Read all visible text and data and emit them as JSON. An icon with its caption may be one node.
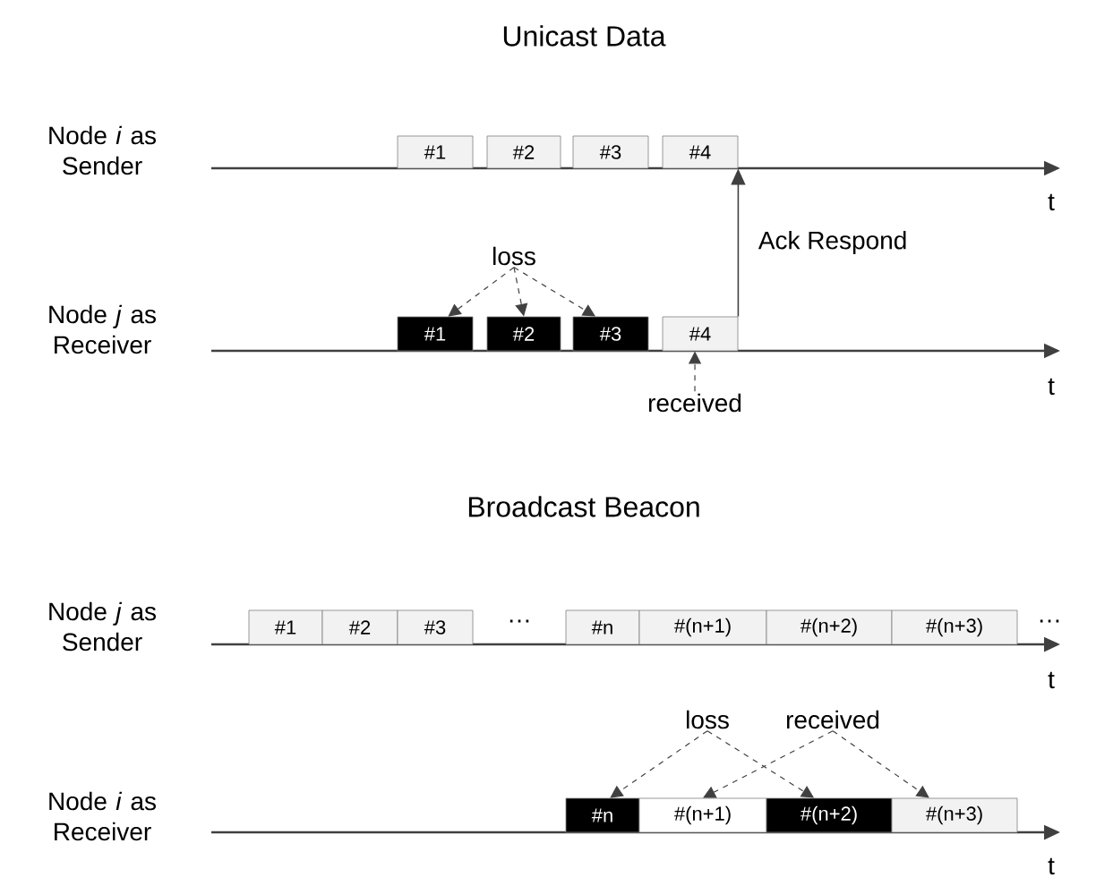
{
  "diagram": {
    "nodes": [
      {
        "text": [
          "#1"
        ]
      },
      {
        "text": [
          "#2"
        ]
      },
      {
        "text": [
          "#3"
        ]
      },
      {
        "text": [
          "#4"
        ]
      },
      {
        "text": [
          "loss"
        ]
      },
      {
        "text": [
          "#1"
        ]
      },
      {
        "text": [
          "#2"
        ]
      },
      {
        "text": [
          "#3"
        ]
      },
      {
        "text": [
          "#4"
        ]
      },
      {
        "text": [
          "received"
        ]
      },
      {
        "text": [
          "#1"
        ]
      },
      {
        "text": [
          "#2"
        ]
      },
      {
        "text": [
          "#3"
        ]
      },
      {
        "text": [
          "#n"
        ]
      },
      {
        "text": [
          "#(n+1)"
        ]
      },
      {
        "text": [
          "#(n+2)"
        ]
      },
      {
        "text": [
          "#(n+3)"
        ]
      },
      {
        "text": [
          "loss"
        ]
      },
      {
        "text": [
          "received"
        ]
      },
      {
        "text": [
          "#n"
        ]
      },
      {
        "text": [
          "#(n+1)"
        ]
      },
      {
        "text": [
          "#(n+2)"
        ]
      },
      {
        "text": [
          "#(n+3)"
        ]
      }
    ],
    "edges": [
      {
        "from": 4,
        "to": 5,
        "arrow": "to",
        "style": "dashed"
      },
      {
        "from": 4,
        "to": 6,
        "arrow": "to",
        "style": "dashed"
      },
      {
        "from": 4,
        "to": 7,
        "arrow": "to",
        "style": "dashed"
      },
      {
        "from": 9,
        "to": 8,
        "arrow": "to",
        "style": "dashed"
      },
      {
        "from": 8,
        "to": 3,
        "arrow": "to",
        "label": "Ack Respond"
      },
      {
        "from": 17,
        "to": 19,
        "arrow": "to",
        "style": "dashed"
      },
      {
        "from": 17,
        "to": 21,
        "arrow": "to",
        "style": "dashed"
      },
      {
        "from": 18,
        "to": 20,
        "arrow": "to",
        "style": "dashed"
      },
      {
        "from": 18,
        "to": 22,
        "arrow": "to",
        "style": "dashed"
      }
    ],
    "labels": [
      "Unicast Data",
      "Node *i* as Sender",
      "t",
      "Node *j* as Receiver",
      "t",
      "Broadcast Beacon",
      "Node *j* as Sender",
      "…",
      "…",
      "t",
      "Node *i* as Receiver",
      "t"
    ]
  }
}
